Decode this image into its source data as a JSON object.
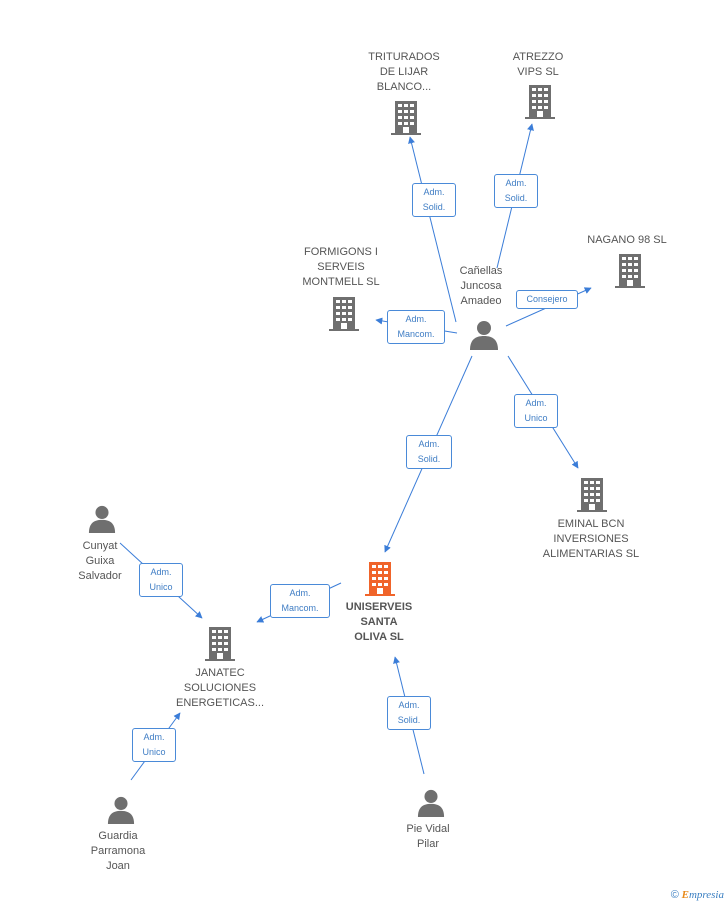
{
  "colors": {
    "edge": "#3b7dd8",
    "icon": "#6f6f6f",
    "main_icon": "#f0642a",
    "label": "#555555"
  },
  "nodes": {
    "triturados": {
      "label": "TRITURADOS\nDE LIJAR\nBLANCO...",
      "icon": "building-icon"
    },
    "atrezzo": {
      "label": "ATREZZO\nVIPS SL",
      "icon": "building-icon"
    },
    "formigons": {
      "label": "FORMIGONS I\nSERVEIS\nMONTMELL SL",
      "icon": "building-icon"
    },
    "nagano": {
      "label": "NAGANO 98 SL",
      "icon": "building-icon"
    },
    "canellas": {
      "label": "Cañellas\nJuncosa\nAmadeo",
      "icon": "person-icon"
    },
    "eminal": {
      "label": "EMINAL BCN\nINVERSIONES\nALIMENTARIAS SL",
      "icon": "building-icon"
    },
    "cunyat": {
      "label": "Cunyat\nGuixa\nSalvador",
      "icon": "person-icon"
    },
    "uniserveis": {
      "label": "UNISERVEIS\nSANTA\nOLIVA SL",
      "icon": "building-icon"
    },
    "janatec": {
      "label": "JANATEC\nSOLUCIONES\nENERGETICAS...",
      "icon": "building-icon"
    },
    "guardia": {
      "label": "Guardia\nParramona\nJoan",
      "icon": "person-icon"
    },
    "pie": {
      "label": "Pie Vidal\nPilar",
      "icon": "person-icon"
    }
  },
  "relations": {
    "canellas_triturados": "Adm.\nSolid.",
    "canellas_atrezzo": "Adm.\nSolid.",
    "canellas_nagano": "Consejero",
    "canellas_formigons": "Adm.\nMancom.",
    "canellas_eminal": "Adm.\nUnico",
    "canellas_uniserveis": "Adm.\nSolid.",
    "uniserveis_janatec": "Adm.\nMancom.",
    "cunyat_janatec": "Adm.\nUnico",
    "guardia_janatec": "Adm.\nUnico",
    "pie_uniserveis": "Adm.\nSolid."
  },
  "footer": {
    "copyright": "©",
    "brand_first": "E",
    "brand_rest": "mpresia"
  }
}
